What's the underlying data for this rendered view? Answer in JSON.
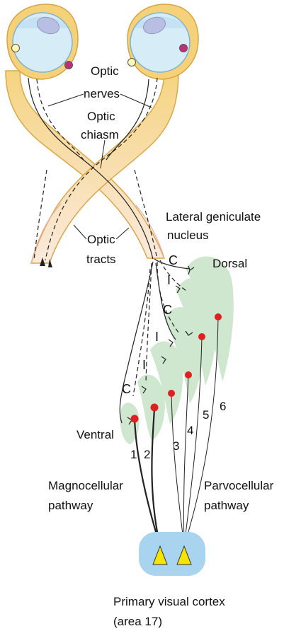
{
  "labels": {
    "optic_nerves": [
      "Optic",
      "nerves"
    ],
    "optic_chiasm": [
      "Optic",
      "chiasm"
    ],
    "optic_tracts": [
      "Optic",
      "tracts"
    ],
    "lgn": [
      "Lateral geniculate",
      "nucleus"
    ],
    "dorsal": "Dorsal",
    "ventral": "Ventral",
    "magnocellular": [
      "Magnocellular",
      "pathway"
    ],
    "parvocellular": [
      "Parvocellular",
      "pathway"
    ],
    "cortex": [
      "Primary visual cortex",
      "(area 17)"
    ]
  },
  "layer_letters": [
    "C",
    "I",
    "C",
    "I",
    "I",
    "C"
  ],
  "layer_numbers": [
    "1",
    "2",
    "3",
    "4",
    "5",
    "6"
  ],
  "colors": {
    "nerve_fill": "#f5d27a",
    "nerve_edge": "#d9a441",
    "eye_fill": "#d6ecf7",
    "eye_inner": "#bfe0f2",
    "lens": "#b9bfe3",
    "lgn_layer": "#cfe6cf",
    "neuron": "#e02020",
    "cortex_bg": "#a8d4ef",
    "pyramid": "#f4e400",
    "tract_fade": "#f8dcc8"
  }
}
